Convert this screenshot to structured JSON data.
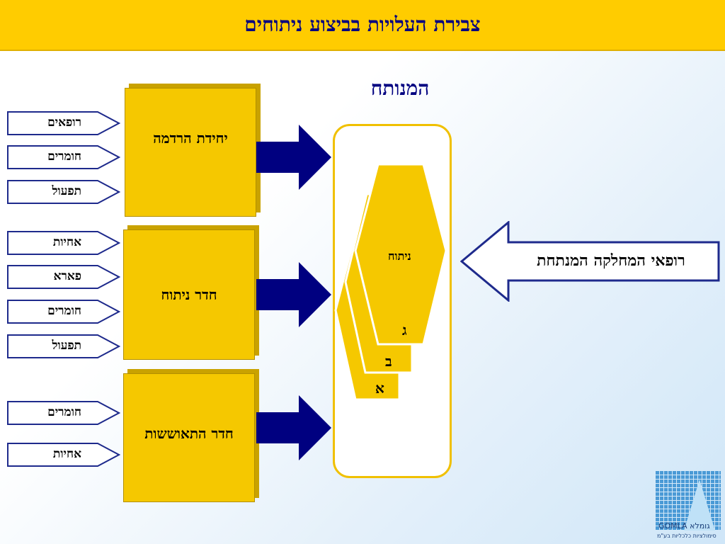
{
  "title": "צבירת העלויות בביצוע ניתוחים",
  "or_heading": "המנותח",
  "units": [
    {
      "label": "יחידת הרדמה",
      "inputs": [
        "רופאים",
        "חומרים",
        "תפעול"
      ]
    },
    {
      "label": "חדר ניתוח",
      "inputs": [
        "אחיות",
        "פארא",
        "חומרים",
        "תפעול"
      ]
    },
    {
      "label": "חדר התאוששות",
      "inputs": [
        "חומרים",
        "אחיות"
      ]
    }
  ],
  "stages": {
    "surgery_label": "ניתוח",
    "letters": [
      "א",
      "ב",
      "ג"
    ]
  },
  "department_doctors": "רופאי המחלקה המנתחת",
  "logo": {
    "name_en": "GOMLA",
    "name_he": "גומלא",
    "subtitle": "סימולציות כלכליות בע\"מ"
  },
  "colors": {
    "title_bar": "#ffcc00",
    "box_fill": "#f5c800",
    "arrow_blue": "#000080",
    "outline_blue": "#1e2a8c"
  }
}
